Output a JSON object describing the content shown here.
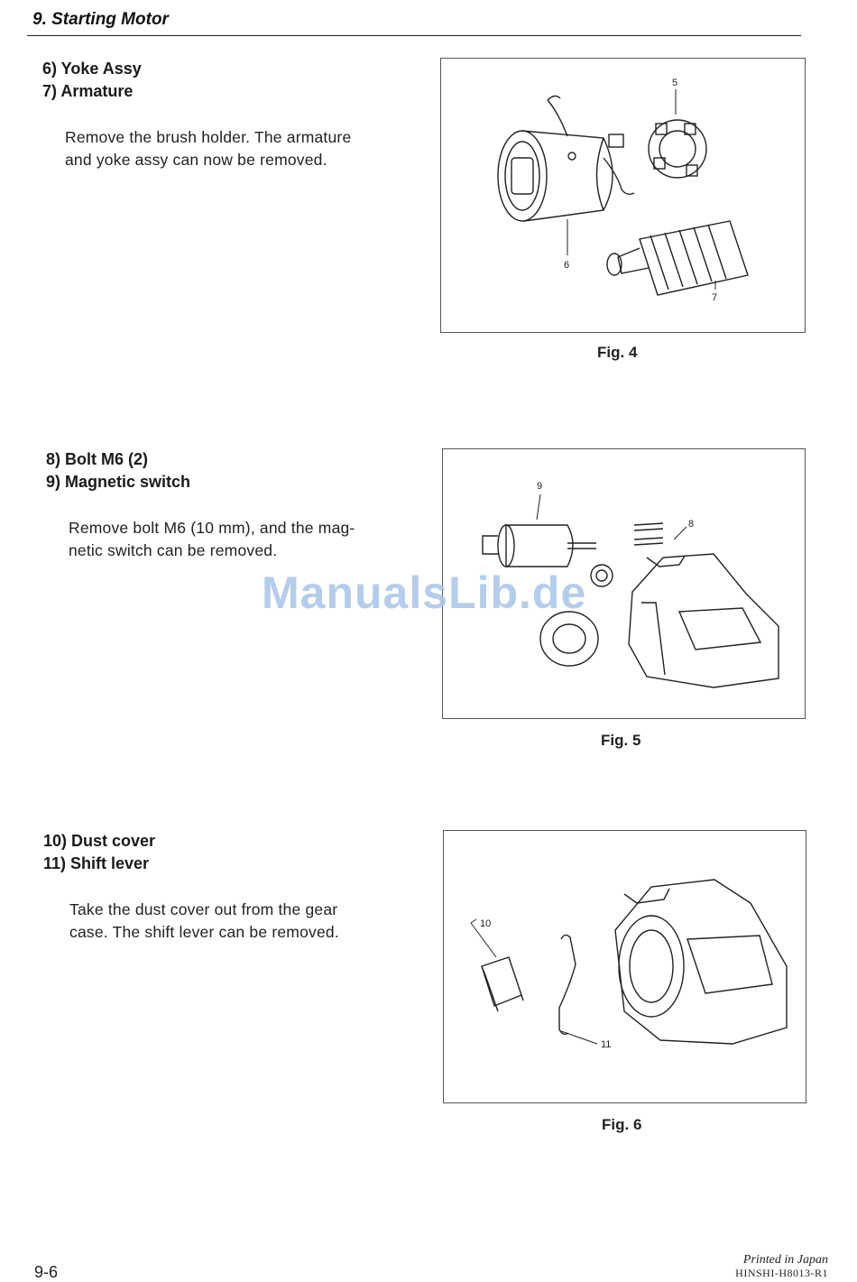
{
  "header": {
    "title": "9.  Starting Motor"
  },
  "sections": [
    {
      "headings": [
        "6) Yoke Assy",
        "7) Armature"
      ],
      "body": [
        "Remove the brush holder. The armature",
        "and yoke assy can now be removed."
      ],
      "figure": {
        "caption": "Fig. 4",
        "labels": [
          "5",
          "6",
          "7"
        ]
      }
    },
    {
      "headings": [
        "8) Bolt M6 (2)",
        "9) Magnetic switch"
      ],
      "body": [
        "Remove bolt M6 (10 mm), and the mag-",
        "netic switch can be removed."
      ],
      "figure": {
        "caption": "Fig. 5",
        "labels": [
          "9",
          "8"
        ]
      }
    },
    {
      "headings": [
        "10) Dust cover",
        "11) Shift lever"
      ],
      "body": [
        "Take the dust cover out from the gear",
        "case. The shift lever can be removed."
      ],
      "figure": {
        "caption": "Fig. 6",
        "labels": [
          "10",
          "11"
        ]
      }
    }
  ],
  "watermark": "ManualsLib.de",
  "footer": {
    "page_number": "9-6",
    "printed": "Printed in Japan",
    "doc_code": "HINSHI-H8013-R1"
  }
}
